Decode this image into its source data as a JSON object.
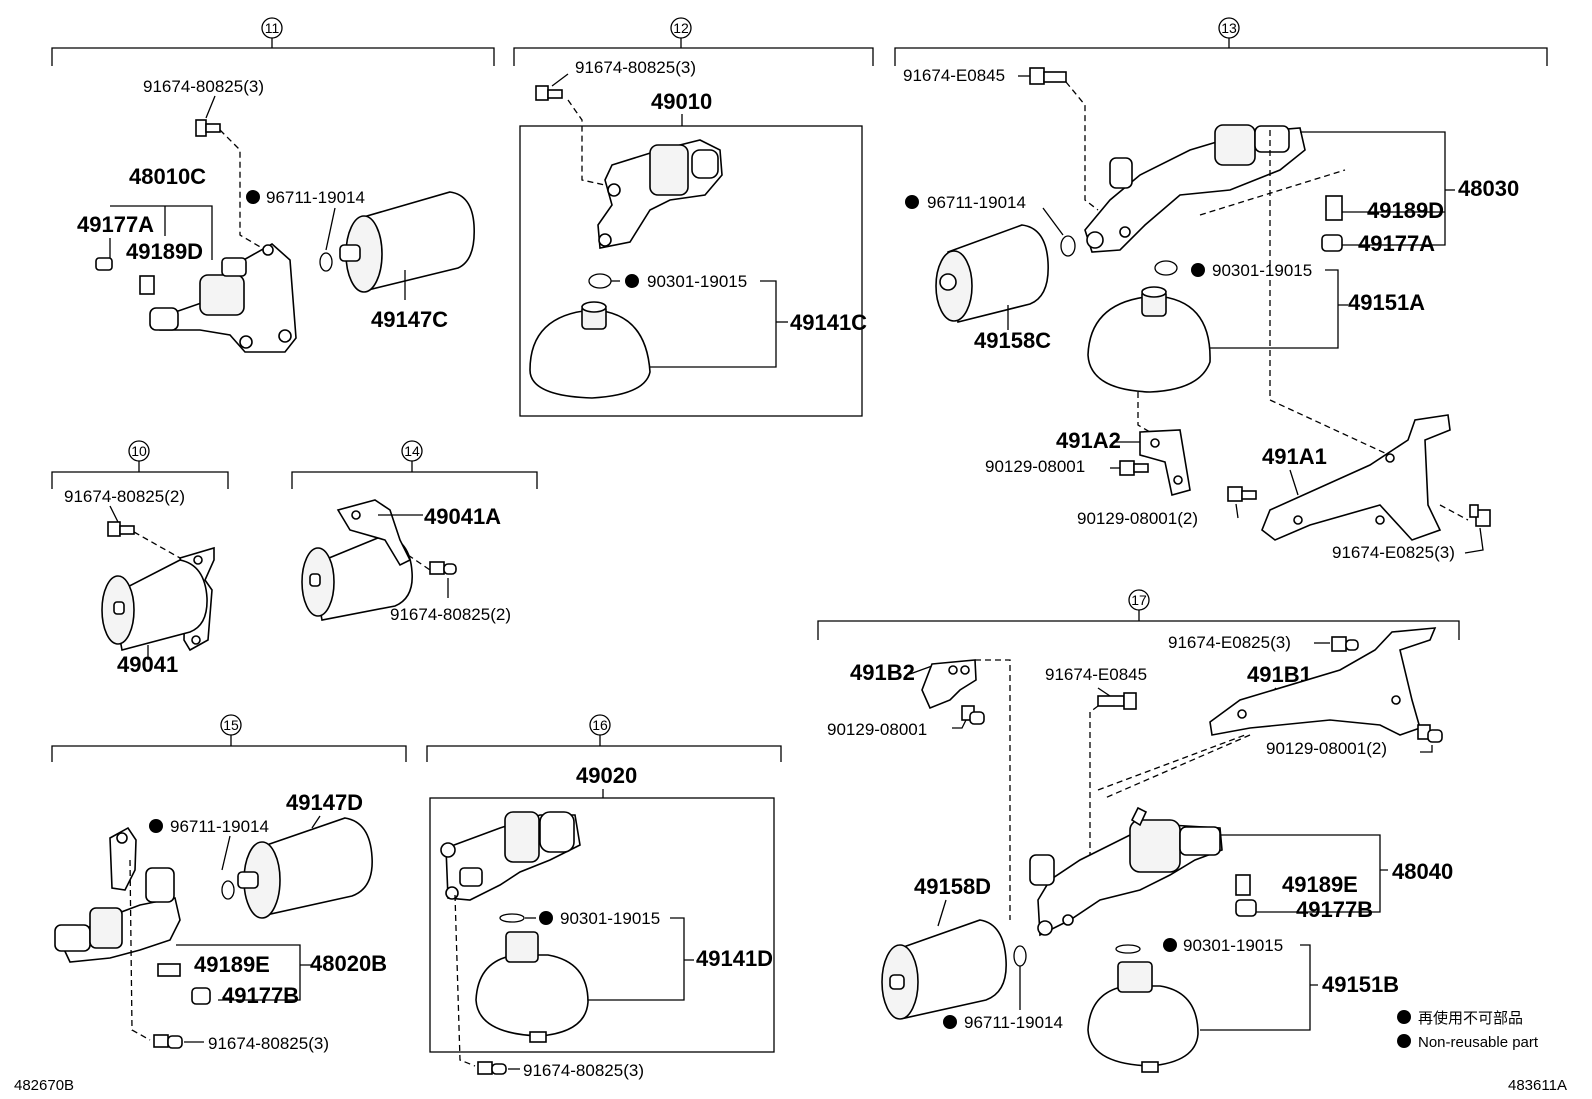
{
  "groups": {
    "g10": "10",
    "g11": "11",
    "g12": "12",
    "g13": "13",
    "g14": "14",
    "g15": "15",
    "g16": "16",
    "g17": "17"
  },
  "labels": {
    "s11_bolt": "91674-80825(3)",
    "s11_assy": "48010C",
    "s11_a": "49177A",
    "s11_d": "49189D",
    "s11_oring": "96711-19014",
    "s11_filter": "49147C",
    "s12_bolt": "91674-80825(3)",
    "s12_assy": "49010",
    "s12_oring": "90301-19015",
    "s12_sphere": "49141C",
    "s13_bolt": "91674-E0845",
    "s13_oring1": "96711-19014",
    "s13_assy": "48030",
    "s13_d": "49189D",
    "s13_a": "49177A",
    "s13_oring2": "90301-19015",
    "s13_sphere": "49151A",
    "s13_filter": "49158C",
    "s13_bracket2": "491A2",
    "s13_bolt2": "90129-08001",
    "s13_bracket1": "491A1",
    "s13_bolt3": "90129-08001(2)",
    "s13_bolt4": "91674-E0825(3)",
    "s10_bolt": "91674-80825(2)",
    "s10_part": "49041",
    "s14_bracket": "49041A",
    "s14_bolt": "91674-80825(2)",
    "s15_filter": "49147D",
    "s15_oring": "96711-19014",
    "s15_e": "49189E",
    "s15_assy": "48020B",
    "s15_b": "49177B",
    "s15_bolt": "91674-80825(3)",
    "s16_assy": "49020",
    "s16_oring": "90301-19015",
    "s16_sphere": "49141D",
    "s16_bolt": "91674-80825(3)",
    "s17_bolt1": "91674-E0825(3)",
    "s17_bracket2": "491B2",
    "s17_bolt2": "91674-E0845",
    "s17_bracket1": "491B1",
    "s17_bolt3": "90129-08001",
    "s17_bolt4": "90129-08001(2)",
    "s17_filter": "49158D",
    "s17_e": "49189E",
    "s17_assy": "48040",
    "s17_b": "49177B",
    "s17_oring1": "90301-19015",
    "s17_sphere": "49151B",
    "s17_oring2": "96711-19014"
  },
  "legend": {
    "jp": "再使用不可部品",
    "en": "Non-reusable part"
  },
  "footer": {
    "left_code": "482670B",
    "right_code": "483611A"
  }
}
